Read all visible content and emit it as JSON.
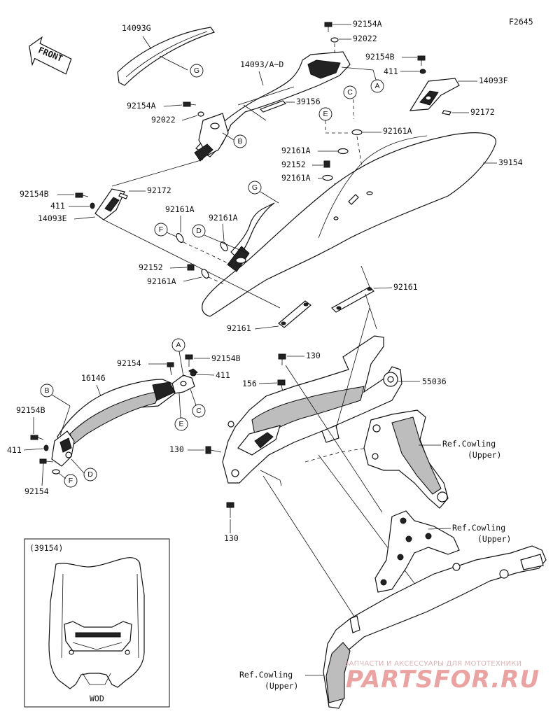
{
  "code": "F2645",
  "front": "FRONT",
  "inset": {
    "part": "(39154)",
    "caption": "WOD"
  },
  "labels": {
    "l14093G": "14093G",
    "l14093AD": "14093/A~D",
    "l92154A_1": "92154A",
    "l92022_1": "92022",
    "l92154B_1": "92154B",
    "l411_1": "411",
    "l14093F": "14093F",
    "l92172_1": "92172",
    "l39156": "39156",
    "l92154A_2": "92154A",
    "l92022_2": "92022",
    "l92161A_1": "92161A",
    "l92161A_2": "92161A",
    "l92152_1": "92152",
    "l92161A_3": "92161A",
    "l39154": "39154",
    "l92154B_2": "92154B",
    "l92172_2": "92172",
    "l411_2": "411",
    "l14093E": "14093E",
    "l92161A_4": "92161A",
    "l92161A_5": "92161A",
    "l92152_2": "92152",
    "l92161A_6": "92161A",
    "l92161_1": "92161",
    "l92161_2": "92161",
    "l130_1": "130",
    "l92154_1": "92154",
    "l92154B_3": "92154B",
    "l411_3": "411",
    "l156": "156",
    "l55036": "55036",
    "l16146": "16146",
    "l92154B_4": "92154B",
    "l411_4": "411",
    "l92154_2": "92154",
    "l130_2": "130",
    "l130_3": "130",
    "ref1a": "Ref.Cowling",
    "ref1b": "(Upper)",
    "ref2a": "Ref.Cowling",
    "ref2b": "(Upper)",
    "ref3a": "Ref.Cowling",
    "ref3b": "(Upper)"
  },
  "callouts": {
    "G1": "G",
    "A1": "A",
    "C1": "C",
    "E1": "E",
    "B1": "B",
    "G2": "G",
    "F1": "F",
    "D1": "D",
    "A2": "A",
    "C2": "C",
    "E2": "E",
    "B2": "B",
    "D2": "D",
    "F2": "F"
  },
  "watermark": {
    "line1": "ЗАПЧАСТИ И АКСЕССУАРЫ ДЛЯ МОТОТЕХНИКИ",
    "line2": "PARTSFOR.RU"
  }
}
